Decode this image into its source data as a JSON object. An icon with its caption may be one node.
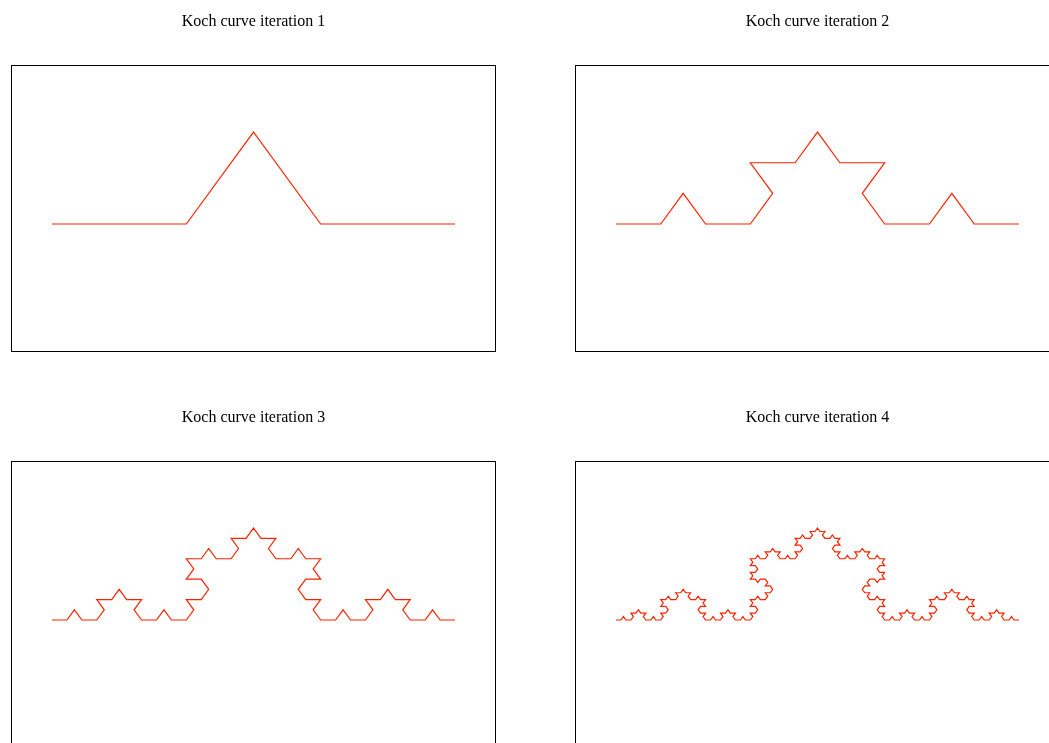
{
  "diagram": {
    "nodes": [
      {
        "text": [
          "Koch curve iteration 1"
        ]
      },
      {
        "text": [
          "Koch curve iteration 2"
        ]
      },
      {
        "text": [
          "Koch curve iteration 3"
        ]
      },
      {
        "text": [
          "Koch curve iteration 4"
        ]
      }
    ]
  }
}
